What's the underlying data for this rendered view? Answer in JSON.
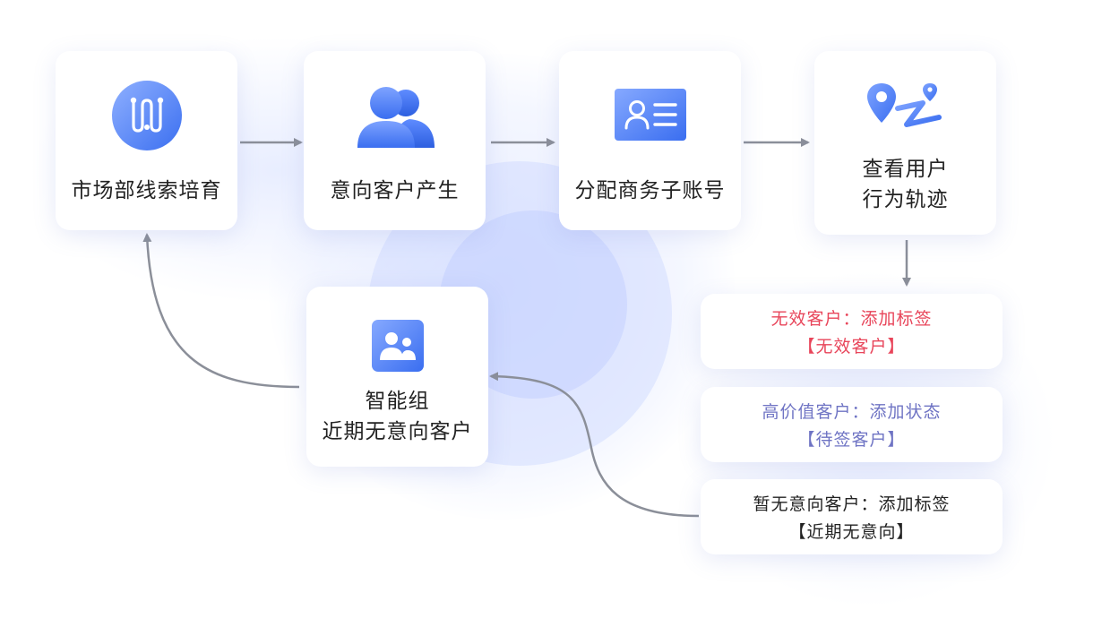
{
  "nodes": {
    "marketing": {
      "label": "市场部线索培育",
      "icon": "route-icon"
    },
    "intent": {
      "label": "意向客户产生",
      "icon": "users-icon"
    },
    "assign": {
      "label": "分配商务子账号",
      "icon": "id-card-icon"
    },
    "track": {
      "label_line1": "查看用户",
      "label_line2": "行为轨迹",
      "icon": "map-pin-route-icon"
    },
    "smart": {
      "label_line1": "智能组",
      "label_line2": "近期无意向客户",
      "icon": "group-icon"
    }
  },
  "outcomes": {
    "invalid": {
      "line1": "无效客户：添加标签",
      "line2": "【无效客户】",
      "color": "#e8455a"
    },
    "high_value": {
      "line1": "高价值客户：添加状态",
      "line2": "【待签客户】",
      "color": "#6f74c4"
    },
    "no_intent": {
      "line1": "暂无意向客户：添加标签",
      "line2": "【近期无意向】",
      "color": "#222222"
    }
  },
  "colors": {
    "accent_start": "#7fa4ff",
    "accent_end": "#3a6ef0",
    "arrow": "#8b8f99"
  }
}
